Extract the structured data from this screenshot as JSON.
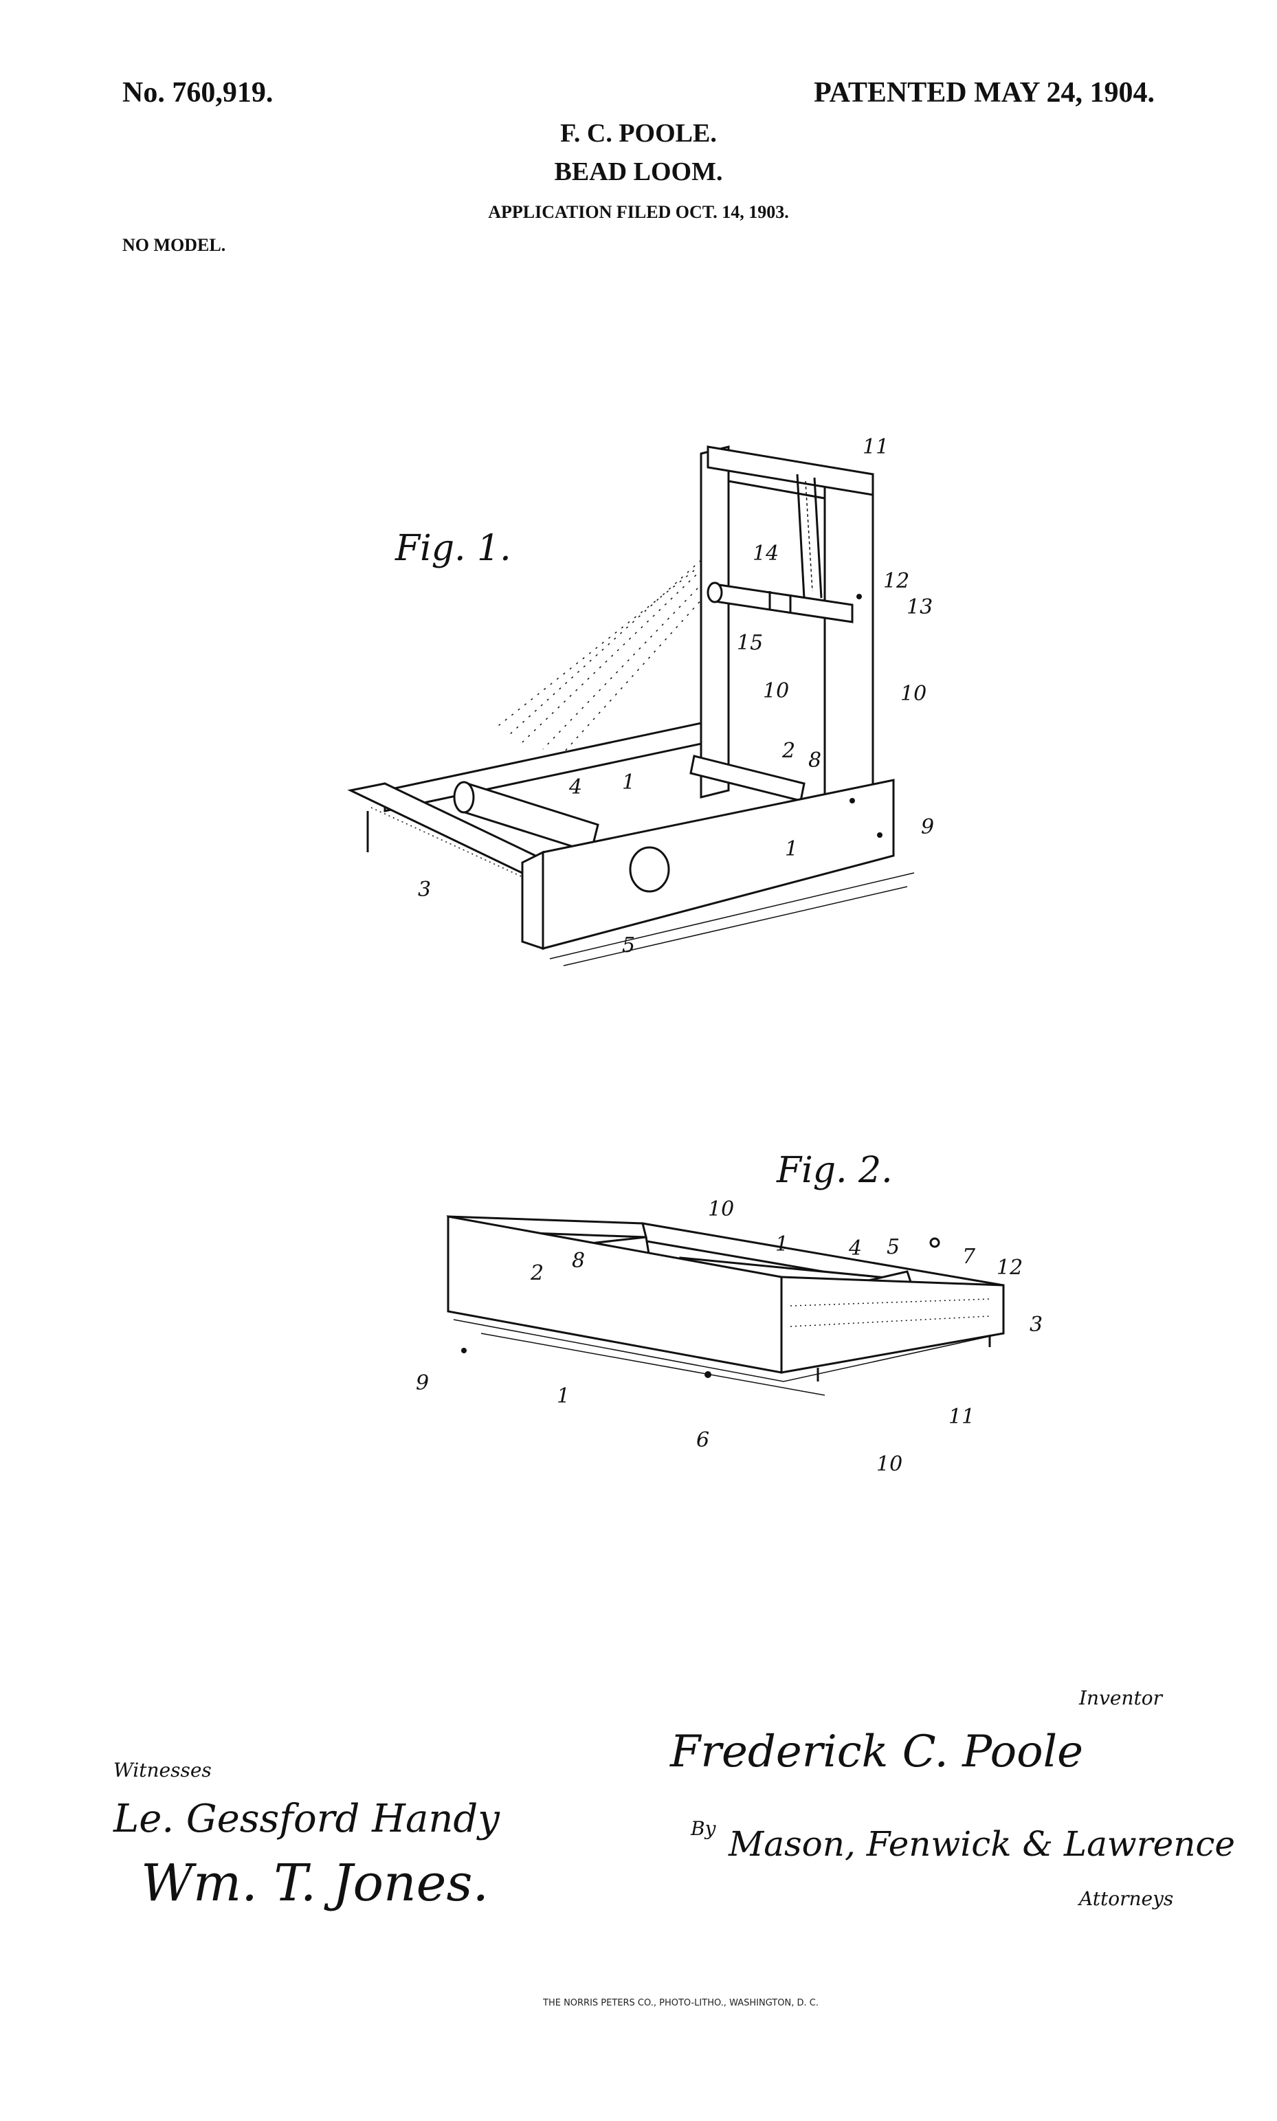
{
  "header": {
    "patent_number": "No. 760,919.",
    "patent_date": "PATENTED MAY 24, 1904.",
    "inventor_name": "F. C. POOLE.",
    "title": "BEAD LOOM.",
    "application": "APPLICATION FILED OCT. 14, 1903.",
    "model_note": "NO MODEL."
  },
  "figures": [
    {
      "label": "Fig. 1.",
      "refs": [
        "11",
        "14",
        "12",
        "13",
        "15",
        "10",
        "10",
        "2",
        "8",
        "4",
        "1",
        "1",
        "9",
        "3",
        "5"
      ]
    },
    {
      "label": "Fig. 2.",
      "refs": [
        "10",
        "1",
        "4",
        "5",
        "7",
        "12",
        "2",
        "8",
        "3",
        "9",
        "1",
        "6",
        "11",
        "10"
      ]
    }
  ],
  "signatures": {
    "inventor_label": "Inventor",
    "inventor_signature": "Frederick C. Poole",
    "witnesses_label": "Witnesses",
    "witness_1": "Le. Gessford Handy",
    "witness_2": "Wm. T. Jones.",
    "by_label": "By",
    "attorney_signature": "Mason, Fenwick & Lawrence",
    "attorneys_label": "Attorneys"
  },
  "footer": {
    "printer": "THE NORRIS PETERS CO., PHOTO-LITHO., WASHINGTON, D. C."
  }
}
